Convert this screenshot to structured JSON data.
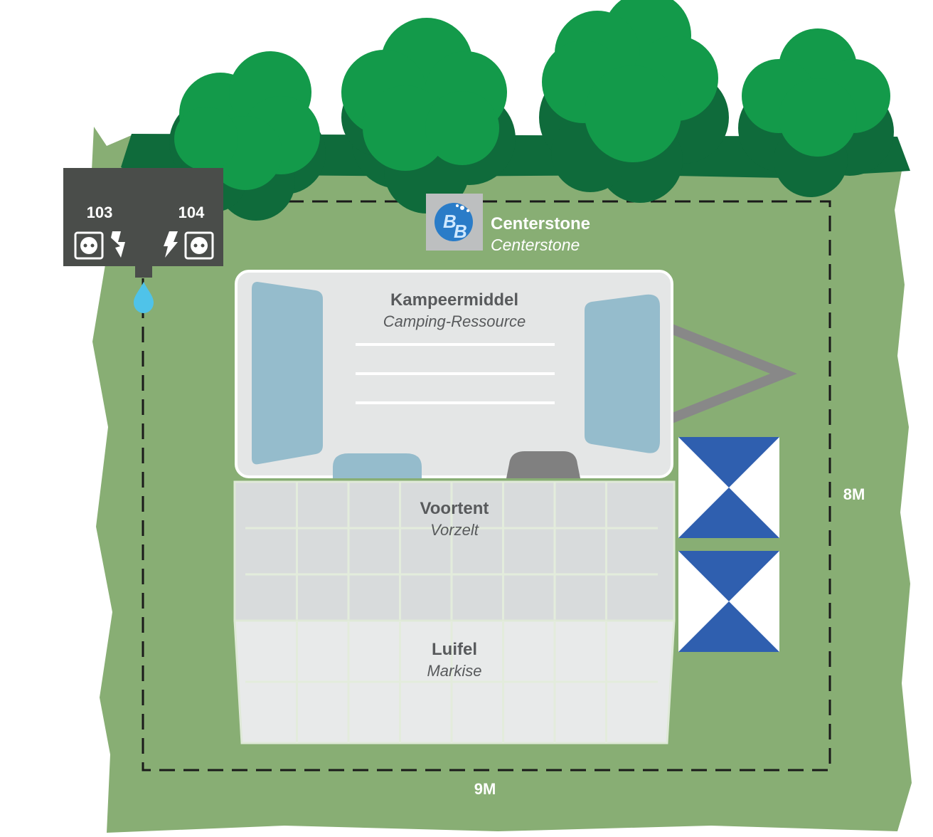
{
  "colors": {
    "grass": "#88ae74",
    "tree_light": "#139a4a",
    "tree_dark": "#0f6b3b",
    "post": "#4a4d4a",
    "water": "#4fc3e9",
    "camper_body": "#e4e6e6",
    "window": "#95bccc",
    "voortent": "#d8dbdc",
    "luifel": "#e8eaea",
    "chair_blue": "#2f5faf",
    "drawbar": "#888888"
  },
  "utility_post": {
    "left_number": "103",
    "right_number": "104",
    "left_socket_icon": "power-socket-icon",
    "right_socket_icon": "power-socket-icon",
    "lightning_icon": "lightning-icon",
    "water_icon": "water-drop-icon"
  },
  "brand": {
    "logo_icon": "bb-logo-icon",
    "name": "Centerstone",
    "subtitle": "Centerstone"
  },
  "camper": {
    "label": "Kampeermiddel",
    "sublabel": "Camping-Ressource"
  },
  "voortent": {
    "label": "Voortent",
    "sublabel": "Vorzelt"
  },
  "luifel": {
    "label": "Luifel",
    "sublabel": "Markise"
  },
  "dimensions": {
    "width_label": "9M",
    "depth_label": "8M"
  }
}
